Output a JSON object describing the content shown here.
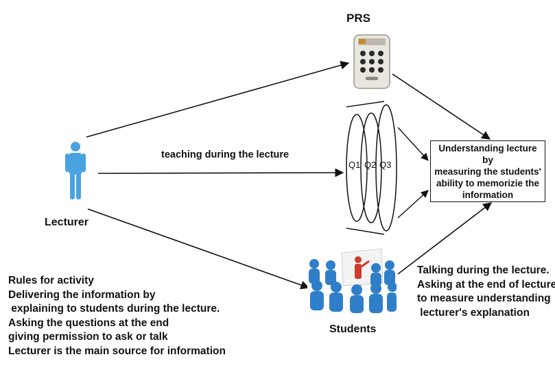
{
  "prs_label": "PRS",
  "teaching_label": "teaching during the lecture",
  "lecturer_label": "Lecturer",
  "students_label": "Students",
  "questions": [
    "Q1",
    "Q2",
    "Q3"
  ],
  "outcome_box": "Understanding lecture by\nmeasuring the students'\nability to memorizie the\ninformation",
  "rules_text": "Rules for activity\nDelivering the information by\n explaining to students during the lecture.\nAsking the questions at the end\ngiving permission to ask or talk\nLecturer is the main source for information",
  "students_note": "Talking during the lecture.\nAsking at the end of lecture\nto measure understanding\n lecturer's explanation",
  "colors": {
    "person": "#4aa3e0",
    "students": "#2f7fc8",
    "presenter": "#d23a2a"
  }
}
